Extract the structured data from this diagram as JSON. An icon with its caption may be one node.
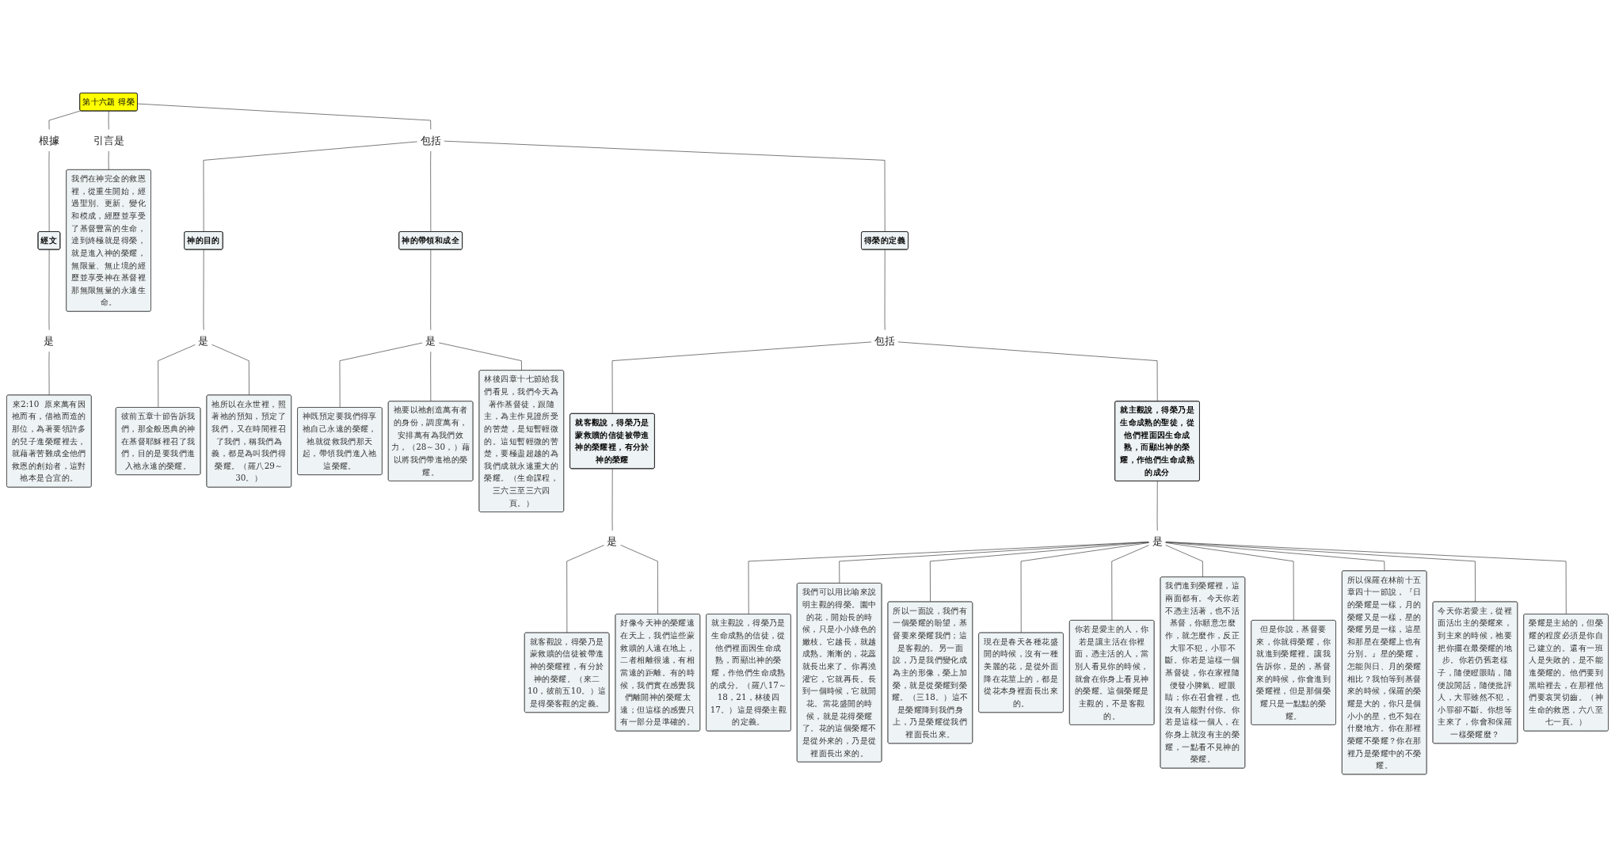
{
  "diagram": {
    "nodes": [
      {
        "text": [
          "第十六題  得榮"
        ]
      },
      {
        "text": [
          "根據"
        ]
      },
      {
        "text": [
          "引言是"
        ]
      },
      {
        "text": [
          "包括"
        ]
      },
      {
        "text": [
          "經文"
        ]
      },
      {
        "text": [
          "我們在神完全的救恩裡，從重生開始，經過聖別、更新、變化和模成，經歷並享受了基督豐富的生命，達到終極就是得榮，就是進入神的榮耀，無限量、無止境的經歷並享受神在基督裡那無限無量的永遠生命。"
        ]
      },
      {
        "text": [
          "神的目的"
        ]
      },
      {
        "text": [
          "神的帶領和成全"
        ]
      },
      {
        "text": [
          "得榮的定義"
        ]
      },
      {
        "text": [
          "是"
        ]
      },
      {
        "text": [
          "來2:10  原來萬有因祂而有，借祂而造的那位，為著要領許多的兒子進榮耀裡去，就藉著苦難成全他們救恩的創始者，這對祂本是合宜的。"
        ]
      },
      {
        "text": [
          "是"
        ]
      },
      {
        "text": [
          "彼前五章十節告訴我們，那全般恩典的神在基督耶穌裡召了我們，目的是要我們進入祂永遠的榮耀。"
        ]
      },
      {
        "text": [
          "祂所以在永世裡，照著祂的預知，預定了我們，又在時間裡召了我們，稱我們為義，都是為叫我們得榮耀。（羅八29～30。）"
        ]
      },
      {
        "text": [
          "是"
        ]
      },
      {
        "text": [
          "神既預定要我們得享祂自己永遠的榮耀，祂就從救我們那天起，帶領我們進入祂這榮耀。"
        ]
      },
      {
        "text": [
          "祂要以祂創造萬有者的身份，調度萬有，安排萬有為我們效力，（28～30，）藉以將我們帶進祂的榮耀。"
        ]
      },
      {
        "text": [
          "林後四章十七節給我們看見，我們今天為著作基督徒，跟隨主，為主作見證所受的苦楚，是短暫輕微的。這短暫輕微的苦楚，要極盡超越的為我們成就永遠重大的榮耀。（生命課程，三六三至三六四頁。）"
        ]
      },
      {
        "text": [
          "包括"
        ]
      },
      {
        "text": [
          "就客觀說，得榮乃是蒙救贖的信徒被帶進神的榮耀裡，有分於神的榮耀"
        ]
      },
      {
        "text": [
          "就主觀說，得榮乃是生命成熟的聖徒，從他們裡面因生命成熟，而顯出神的榮耀，作他們生命成熟的成分"
        ]
      },
      {
        "text": [
          "是"
        ]
      },
      {
        "text": [
          "就客觀說，得榮乃是蒙救贖的信徒被帶進神的榮耀裡，有分於神的榮耀。（來二10，彼前五10。）這是得榮客觀的定義。"
        ]
      },
      {
        "text": [
          "好像今天神的榮耀遠在天上，我們這些蒙救贖的人遠在地上，二者相離很遠，有相當遠的距離。有的時候，我們實在感覺我們離開神的榮耀太遠；但這樣的感覺只有一部分是準確的。"
        ]
      },
      {
        "text": [
          "是"
        ]
      },
      {
        "text": [
          "就主觀說，得榮乃是生命成熟的信徒，從他們裡面因生命成熟，而顯出神的榮耀，作他們生命成熟的成分。（羅八17～18，21，林後四17。）這是得榮主觀的定義。"
        ]
      },
      {
        "text": [
          "我們可以用比喻來說明主觀的得榮。園中的花，開始長的時候，只是小小綠色的嫩枝。它越長，就越成熟。漸漸的，花蕊就長出來了。你再澆灌它，它就再長。長到一個時候，它就開花。當花盛開的時候，就是花得榮耀了。花的這個榮耀不是從外來的，乃是從裡面長出來的。"
        ]
      },
      {
        "text": [
          "所以一面說，我們有一個榮耀的盼望，基督要來榮耀我們；這是客觀的。另一面說，乃是我們變化成為主的形像，榮上加榮，就是從榮耀到榮耀。（三18。）這不是榮耀降到我們身上，乃是榮耀從我們裡面長出來。"
        ]
      },
      {
        "text": [
          "現在是春天各種花盛開的時候，沒有一種美麗的花，是從外面降在花莖上的，都是從花本身裡面長出來的。"
        ]
      },
      {
        "text": [
          "你若是愛主的人，你若是讓主活在你裡面，憑主活的人，當別人看見你的時候，就會在你身上看見神的榮耀。這個榮耀是主觀的，不是客觀的。"
        ]
      },
      {
        "text": [
          "我們進到榮耀裡，這兩面都有。今天你若不憑主活著，也不活基督，你願意怎麼作，就怎麼作，反正大罪不犯，小罪不斷。你若是這樣一個基督徒，你在家裡隨便發小脾氣、瞪眼睛；你在召會裡，也沒有人能對付你。你若是這樣一個人，在你身上就沒有主的榮耀，一點看不見神的榮耀。"
        ]
      },
      {
        "text": [
          "但是你說，基督要來，你就得榮耀，你就進到榮耀裡。讓我告訴你，是的，基督來的時候，你會進到榮耀裡，但是那個榮耀只是一點點的榮耀。"
        ]
      },
      {
        "text": [
          "所以保羅在林前十五章四十一節說，『日的榮耀是一樣，月的榮耀又是一樣，星的榮耀另是一樣，這星和那星在榮耀上也有分別。』星的榮耀，怎能與日、月的榮耀相比？我怕等到基督來的時候，保羅的榮耀是大的，你只是個小小的星，也不知在什麼地方。你在那裡榮耀不榮耀？你在那裡乃是榮耀中的不榮耀。"
        ]
      },
      {
        "text": [
          "今天你若愛主，從裡面活出主的榮耀來，到主來的時候，祂要把你擺在最榮耀的地步。你若仍舊老樣子，隨便瞪眼睛，隨便說閒話，隨便批評人，大罪雖然不犯，小罪卻不斷。你想等主來了，你會和保羅一樣榮耀麼？"
        ]
      },
      {
        "text": [
          "榮耀是主給的，但榮耀的程度必須是你自己建立的。還有一班人是失敗的，是不能進榮耀的。他們要到黑暗裡去，在那裡他們要哀哭切齒。（神生命的救恩，六八至七一頁。）"
        ]
      }
    ],
    "edges": [
      {
        "from": 0,
        "to": 1,
        "arrow": "none"
      },
      {
        "from": 1,
        "to": 4,
        "arrow": "none"
      },
      {
        "from": 0,
        "to": 2,
        "arrow": "none"
      },
      {
        "from": 2,
        "to": 5,
        "arrow": "none"
      },
      {
        "from": 0,
        "to": 3,
        "arrow": "none"
      },
      {
        "from": 3,
        "to": 6,
        "arrow": "none"
      },
      {
        "from": 3,
        "to": 7,
        "arrow": "none"
      },
      {
        "from": 3,
        "to": 8,
        "arrow": "none"
      },
      {
        "from": 4,
        "to": 9,
        "arrow": "none"
      },
      {
        "from": 9,
        "to": 10,
        "arrow": "none"
      },
      {
        "from": 6,
        "to": 11,
        "arrow": "none"
      },
      {
        "from": 11,
        "to": 12,
        "arrow": "none"
      },
      {
        "from": 11,
        "to": 13,
        "arrow": "none"
      },
      {
        "from": 7,
        "to": 14,
        "arrow": "none"
      },
      {
        "from": 14,
        "to": 15,
        "arrow": "none"
      },
      {
        "from": 14,
        "to": 16,
        "arrow": "none"
      },
      {
        "from": 14,
        "to": 17,
        "arrow": "none"
      },
      {
        "from": 8,
        "to": 18,
        "arrow": "none"
      },
      {
        "from": 18,
        "to": 19,
        "arrow": "none"
      },
      {
        "from": 18,
        "to": 20,
        "arrow": "none"
      },
      {
        "from": 19,
        "to": 21,
        "arrow": "none"
      },
      {
        "from": 21,
        "to": 22,
        "arrow": "none"
      },
      {
        "from": 21,
        "to": 23,
        "arrow": "none"
      },
      {
        "from": 20,
        "to": 24,
        "arrow": "none"
      },
      {
        "from": 24,
        "to": 25,
        "arrow": "none"
      },
      {
        "from": 24,
        "to": 26,
        "arrow": "none"
      },
      {
        "from": 24,
        "to": 27,
        "arrow": "none"
      },
      {
        "from": 24,
        "to": 28,
        "arrow": "none"
      },
      {
        "from": 24,
        "to": 29,
        "arrow": "none"
      },
      {
        "from": 24,
        "to": 30,
        "arrow": "none"
      },
      {
        "from": 24,
        "to": 31,
        "arrow": "none"
      },
      {
        "from": 24,
        "to": 32,
        "arrow": "none"
      },
      {
        "from": 24,
        "to": 33,
        "arrow": "none"
      },
      {
        "from": 24,
        "to": 34,
        "arrow": "none"
      }
    ]
  }
}
